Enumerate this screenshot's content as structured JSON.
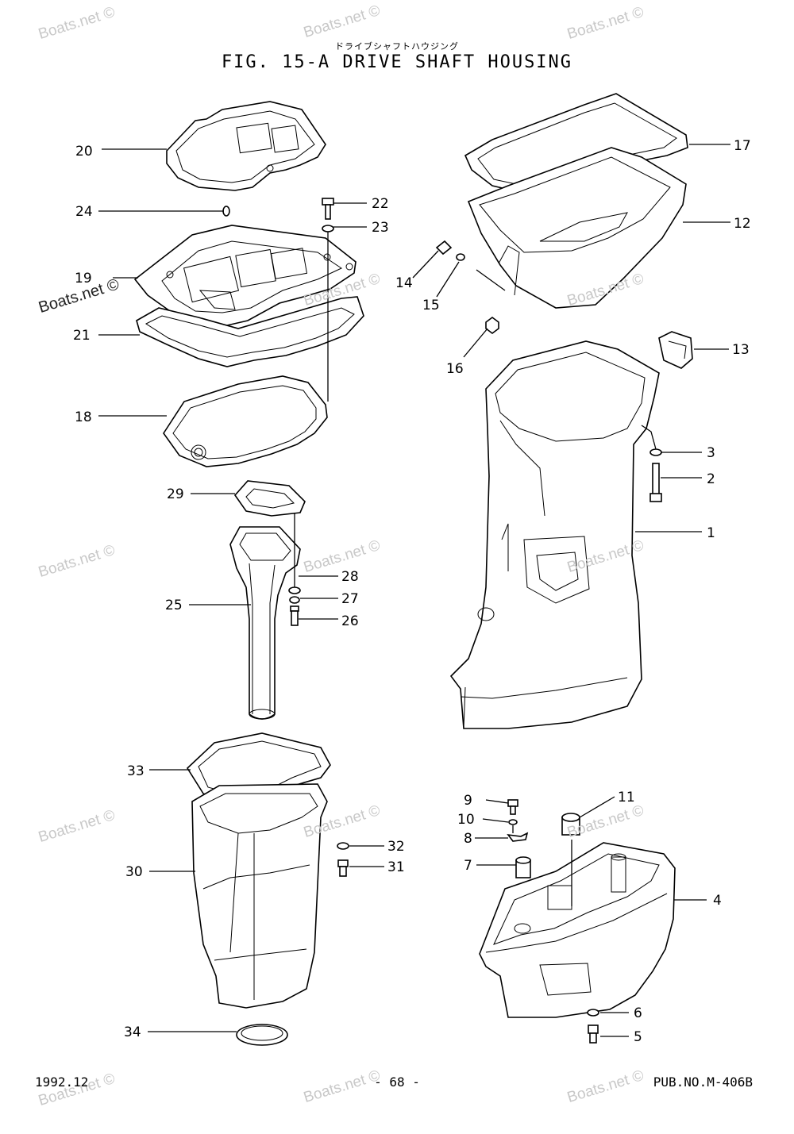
{
  "header": {
    "subtitle_jp": "ドライブシャフトハウジング",
    "title": "FIG. 15-A DRIVE SHAFT HOUSING"
  },
  "footer": {
    "date": "1992.12",
    "page": "- 68 -",
    "pub_no": "PUB.NO.M-406B"
  },
  "watermark": {
    "text": "Boats.net ©"
  },
  "callouts": {
    "c1": "1",
    "c2": "2",
    "c3": "3",
    "c4": "4",
    "c5": "5",
    "c6": "6",
    "c7": "7",
    "c8": "8",
    "c9": "9",
    "c10": "10",
    "c11": "11",
    "c12": "12",
    "c13": "13",
    "c14": "14",
    "c15": "15",
    "c16": "16",
    "c17": "17",
    "c18": "18",
    "c19": "19",
    "c20": "20",
    "c21": "21",
    "c22": "22",
    "c23": "23",
    "c24": "24",
    "c25": "25",
    "c26": "26",
    "c27": "27",
    "c28": "28",
    "c29": "29",
    "c30": "30",
    "c31": "31",
    "c32": "32",
    "c33": "33",
    "c34": "34"
  }
}
